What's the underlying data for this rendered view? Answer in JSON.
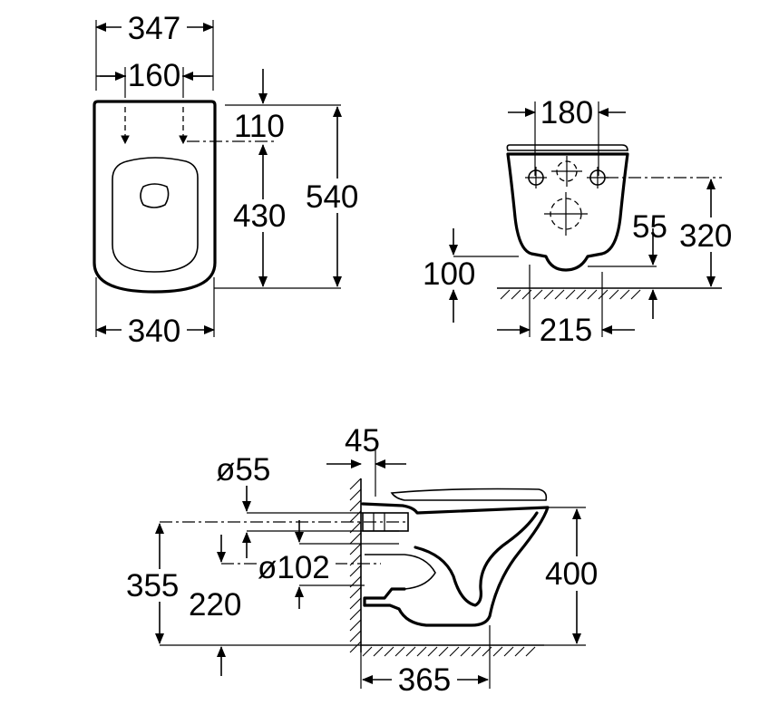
{
  "top_view": {
    "width_outer": "347",
    "fixing_spacing": "160",
    "fixing_offset": "110",
    "fixing_to_front": "430",
    "total_length": "540",
    "width_body": "340"
  },
  "rear_view": {
    "fixing_spacing": "180",
    "inlet_height_from_outlet": "55",
    "fixing_height": "320",
    "outlet_height": "100",
    "width_offset": "215"
  },
  "side_view": {
    "wall_gap": "45",
    "inlet_diameter": "ø55",
    "outlet_diameter": "ø102",
    "inlet_height": "355",
    "outlet_height": "220",
    "rim_height": "400",
    "projection": "365"
  },
  "icons": [
    "arrow-icon",
    "fixing-hole-icon",
    "floor-hatch"
  ]
}
